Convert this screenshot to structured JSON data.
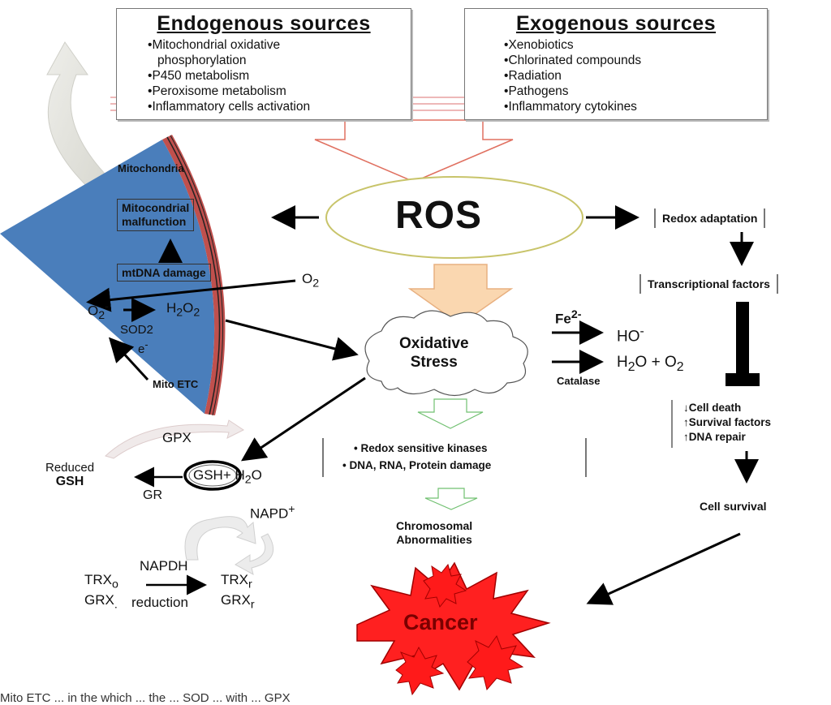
{
  "endogenous": {
    "title": "Endogenous sources",
    "items": [
      "Mitochondrial oxidative",
      "phosphorylation",
      "P450 metabolism",
      "Peroxisome metabolism",
      "Inflammatory cells activation"
    ]
  },
  "exogenous": {
    "title": "Exogenous sources",
    "items": [
      "Xenobiotics",
      "Chlorinated compounds",
      "Radiation",
      "Pathogens",
      "Inflammatory cytokines"
    ]
  },
  "center": {
    "ros": "ROS",
    "oxidative_stress_line1": "Oxidative",
    "oxidative_stress_line2": "Stress",
    "fe": "Fe",
    "fe_sup": "2-",
    "ho": "HO",
    "ho_sup": "-",
    "catalase": "Catalase",
    "h2o_o2_a": "H",
    "h2o_o2_b": "O + O",
    "redox_kinases": "Redox sensitive kinases",
    "dna_damage": "DNA, RNA, Protein damage",
    "chrom_line1": "Chromosomal",
    "chrom_line2": "Abnormalities",
    "cancer": "Cancer"
  },
  "mito": {
    "title": "Mitochondria",
    "malfunction_line1": "Mitocondrial",
    "malfunction_line2": "malfunction",
    "mtdna": "mtDNA damage",
    "o2": "O",
    "o2minus": "O",
    "h2o2_h": "H",
    "h2o2_o": "O",
    "sod2": "SOD2",
    "e": "e",
    "etc": "Mito ETC"
  },
  "gsh": {
    "gpx": "GPX",
    "reduced": "Reduced",
    "gsh_bold": "GSH",
    "gsh": "GSH",
    "plus_h2o": "+ H",
    "h2o_o": "O",
    "gr": "GR",
    "napd": "NAPD",
    "napd_sup": "+",
    "napdh": "NAPDH",
    "trx_o": "TRX",
    "grx_o": "GRX",
    "reduction": "reduction",
    "trx_r": "TRX",
    "grx_r": "GRX"
  },
  "right": {
    "redox_adaptation": "Redox adaptation",
    "transcriptional": "Transcriptional factors",
    "cell_death": "Cell death",
    "survival_factors": "Survival factors",
    "dna_repair": "DNA repair",
    "cell_survival": "Cell survival"
  },
  "caption_fragment": "Mito ETC ... in the which ... the ... SOD ... with ... GPX",
  "colors": {
    "mito_fill": "#4a7ebb",
    "mito_membrane": "#c0504d",
    "ros_ellipse": "#c8c46a",
    "cancer_fill": "#ff2020",
    "cancer_text": "#7a0000",
    "arrow": "#000000"
  }
}
